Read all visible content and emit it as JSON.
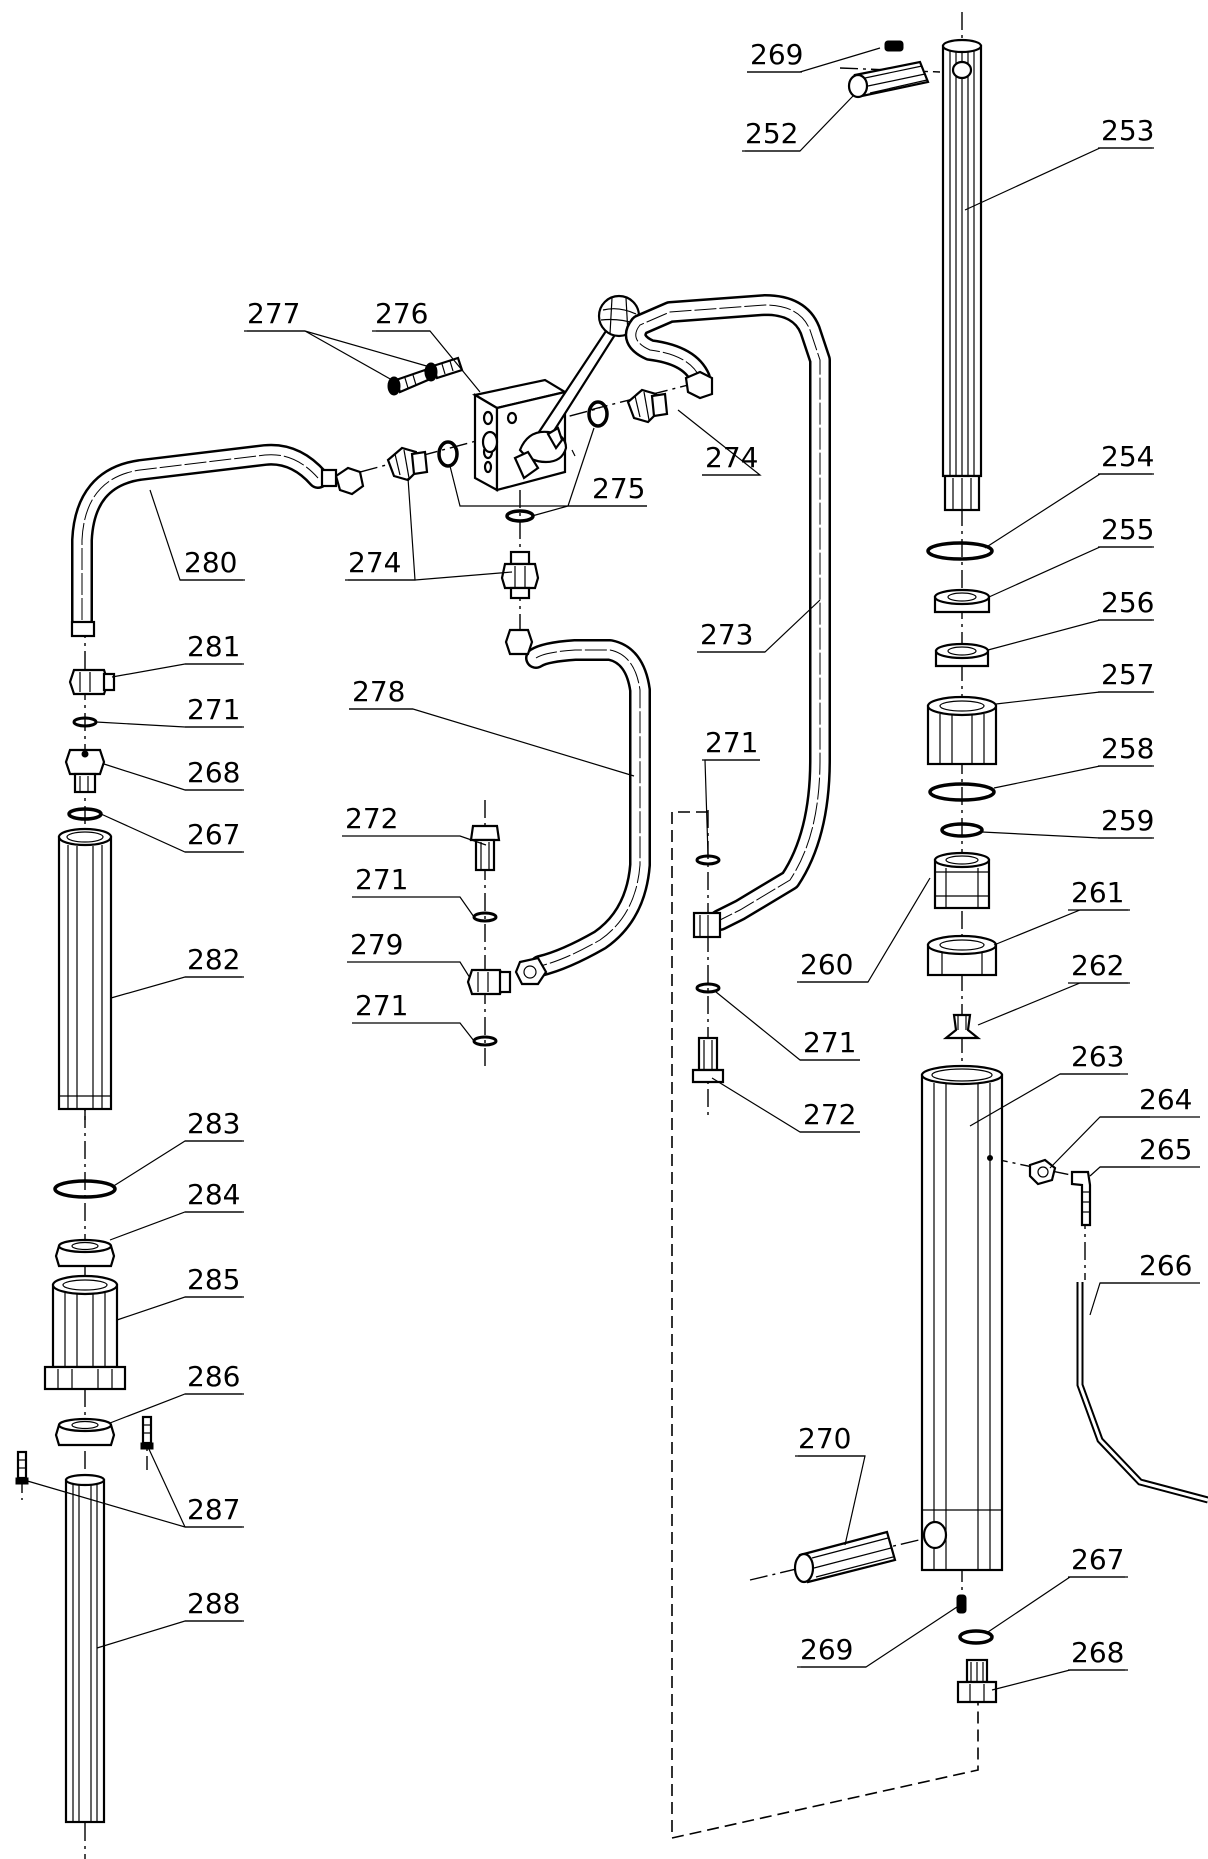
{
  "diagram": {
    "labels": {
      "p252": "252",
      "p253": "253",
      "p254": "254",
      "p255": "255",
      "p256": "256",
      "p257": "257",
      "p258": "258",
      "p259": "259",
      "p260": "260",
      "p261": "261",
      "p262": "262",
      "p263": "263",
      "p264": "264",
      "p265": "265",
      "p266": "266",
      "p267a": "267",
      "p267b": "267",
      "p268a": "268",
      "p268b": "268",
      "p269a": "269",
      "p269b": "269",
      "p270": "270",
      "p271a": "271",
      "p271b": "271",
      "p271c": "271",
      "p271d": "271",
      "p271e": "271",
      "p272a": "272",
      "p272b": "272",
      "p273": "273",
      "p274a": "274",
      "p274b": "274",
      "p275": "275",
      "p276": "276",
      "p277": "277",
      "p278": "278",
      "p279": "279",
      "p280": "280",
      "p281": "281",
      "p282": "282",
      "p283": "283",
      "p284": "284",
      "p285": "285",
      "p286": "286",
      "p287": "287",
      "p288": "288"
    }
  }
}
